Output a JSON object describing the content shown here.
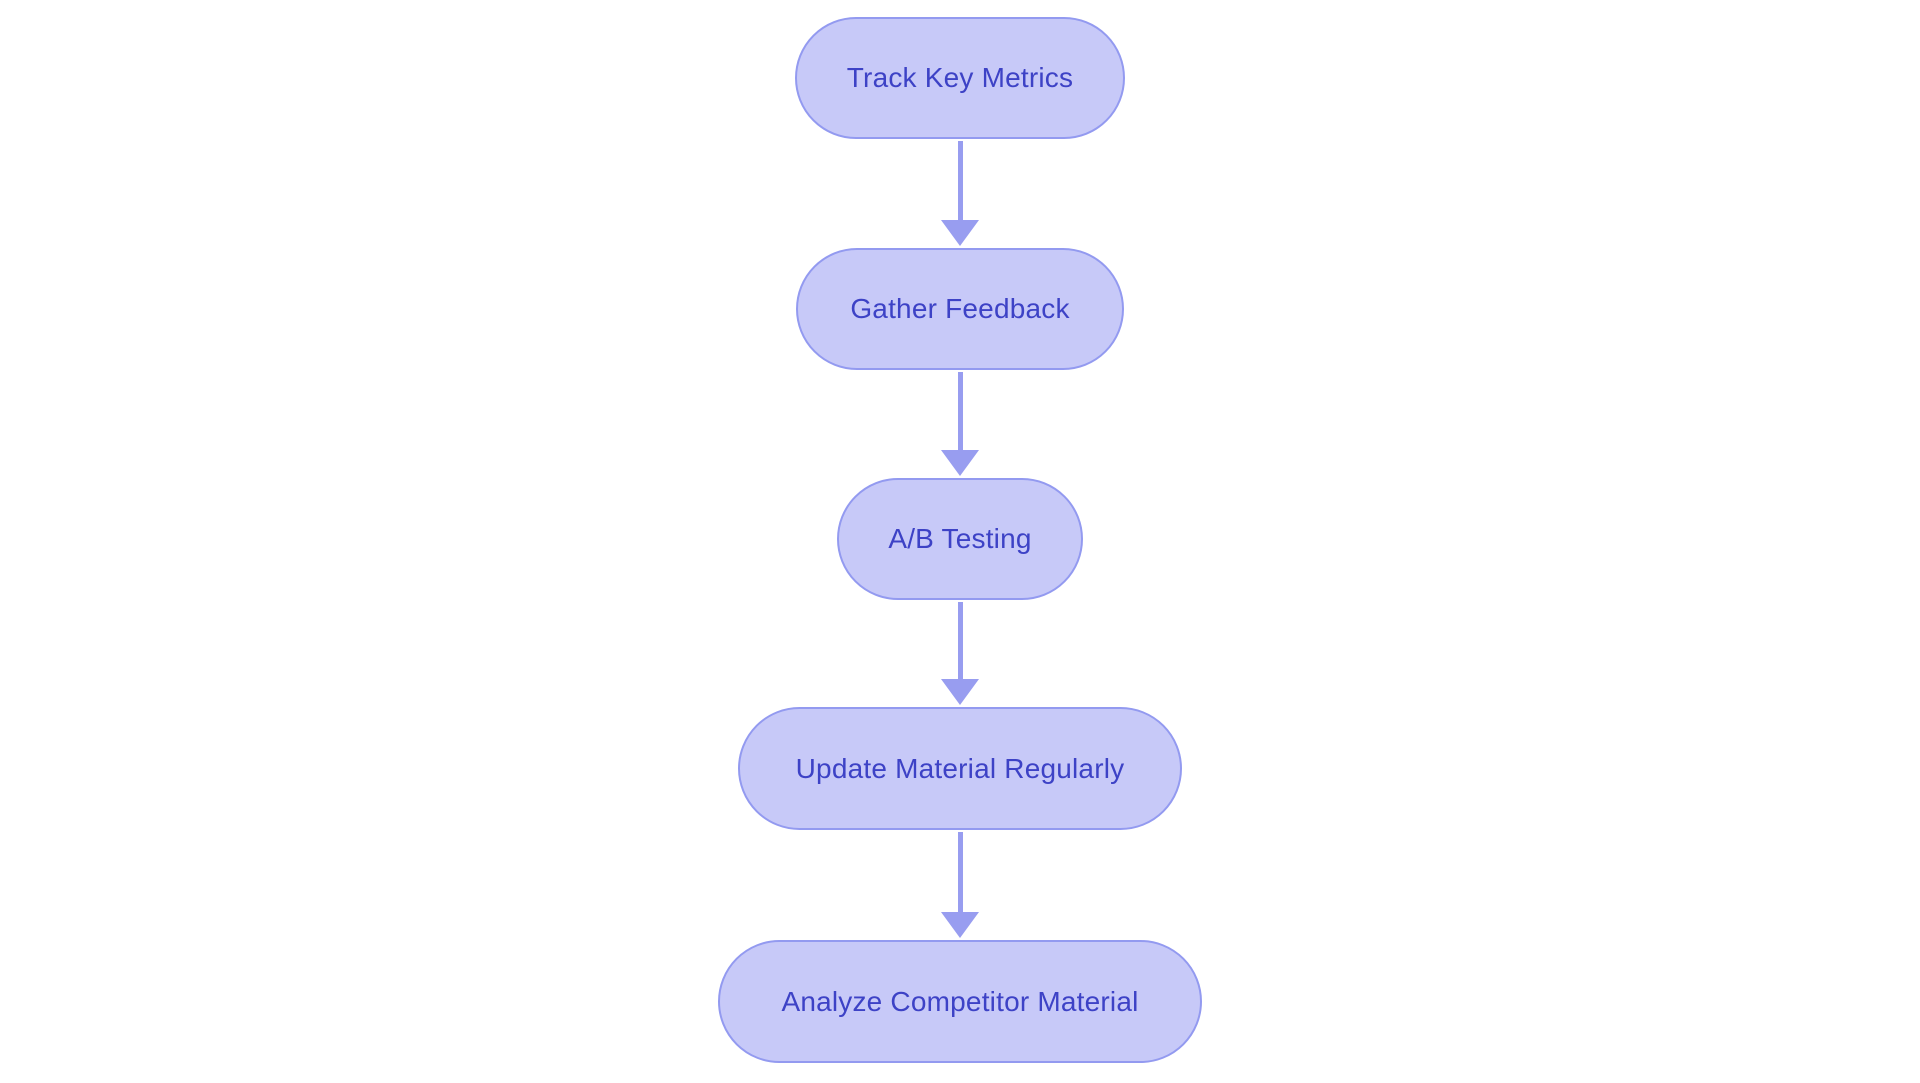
{
  "diagram": {
    "type": "flowchart",
    "direction": "top-down",
    "background_color": "#ffffff",
    "colors": {
      "node_fill": "#c7c9f8",
      "node_border": "#939af0",
      "node_text": "#3d42c6",
      "arrow": "#989df0"
    },
    "nodes": [
      {
        "id": "n1",
        "label": "Track Key Metrics"
      },
      {
        "id": "n2",
        "label": "Gather Feedback"
      },
      {
        "id": "n3",
        "label": "A/B Testing"
      },
      {
        "id": "n4",
        "label": "Update Material Regularly"
      },
      {
        "id": "n5",
        "label": "Analyze Competitor Material"
      }
    ],
    "edges": [
      {
        "from": "Track Key Metrics",
        "to": "Gather Feedback"
      },
      {
        "from": "Gather Feedback",
        "to": "A/B Testing"
      },
      {
        "from": "A/B Testing",
        "to": "Update Material Regularly"
      },
      {
        "from": "Update Material Regularly",
        "to": "Analyze Competitor Material"
      }
    ]
  }
}
